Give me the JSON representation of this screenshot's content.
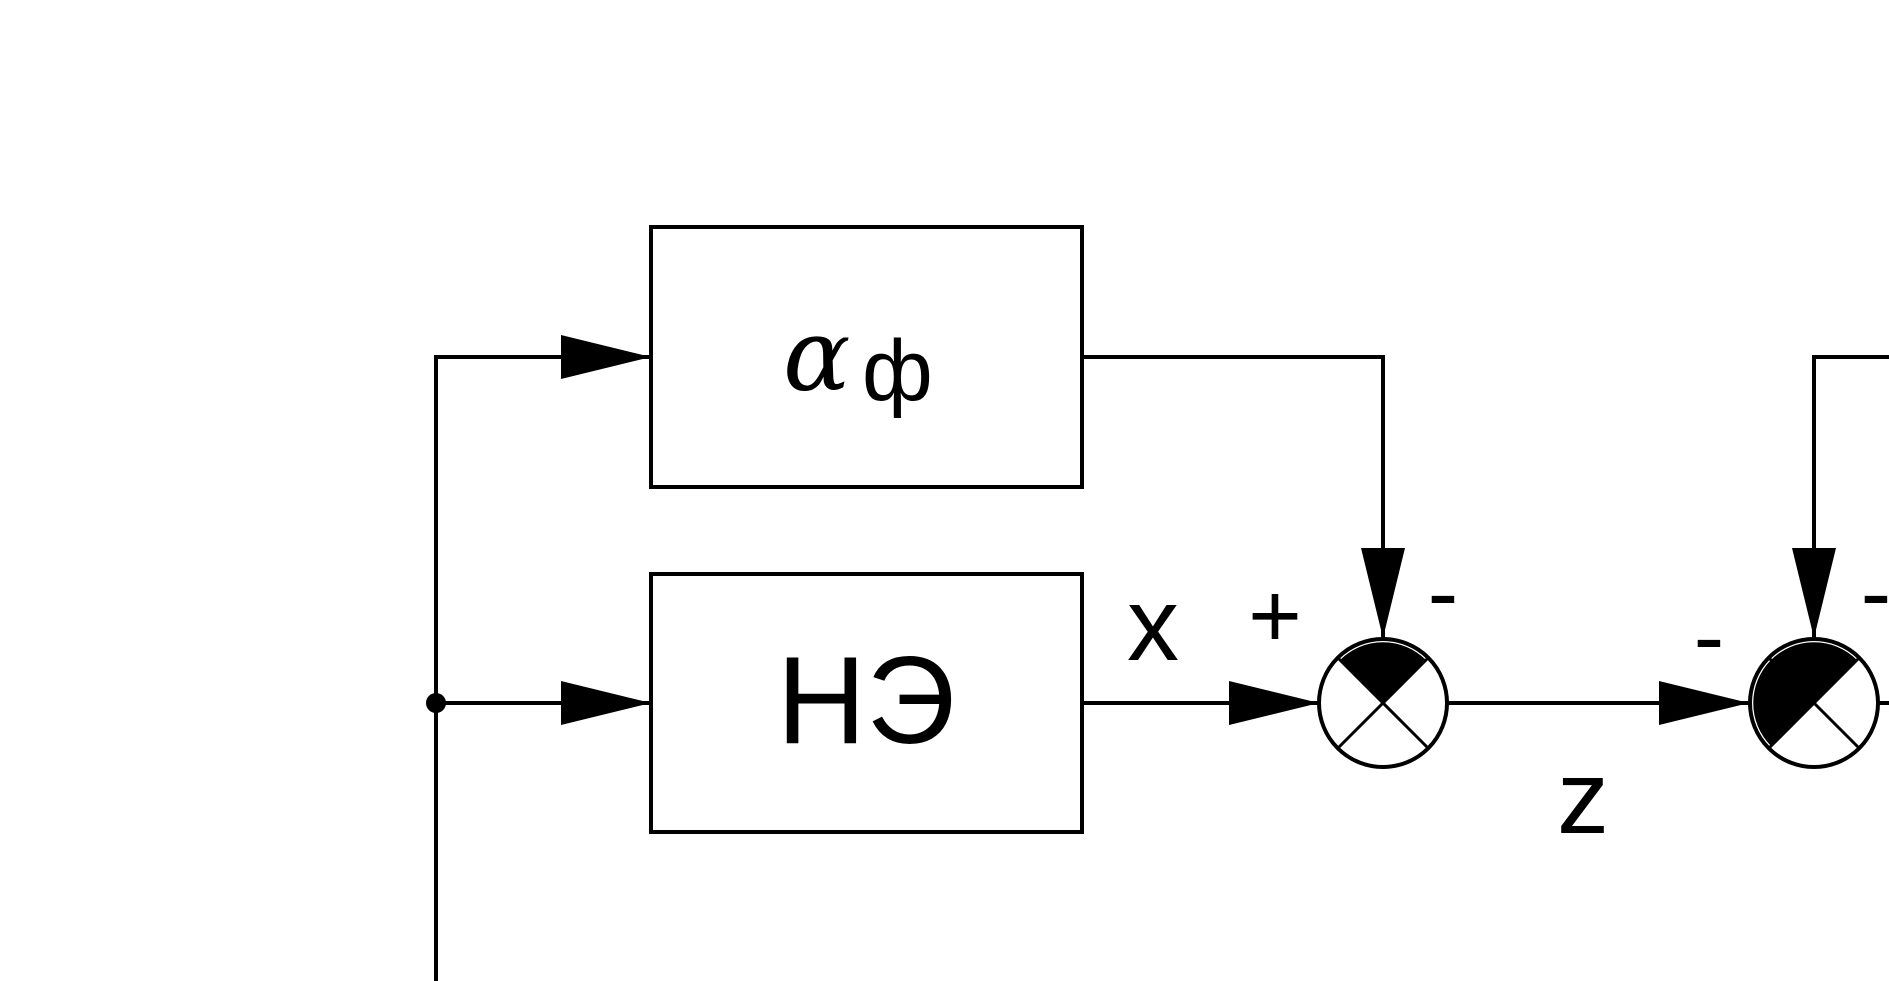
{
  "blocks": {
    "alpha": {
      "symbol": "α",
      "subscript": "ф"
    },
    "ne": {
      "label": "НЭ"
    }
  },
  "signals": {
    "x": "x",
    "z": "z"
  },
  "summers": {
    "first": {
      "sign_top": "-",
      "sign_left": "+"
    },
    "second": {
      "sign_top": "-",
      "sign_left": "-"
    }
  },
  "colors": {
    "line": "#000000",
    "background": "#ffffff"
  }
}
